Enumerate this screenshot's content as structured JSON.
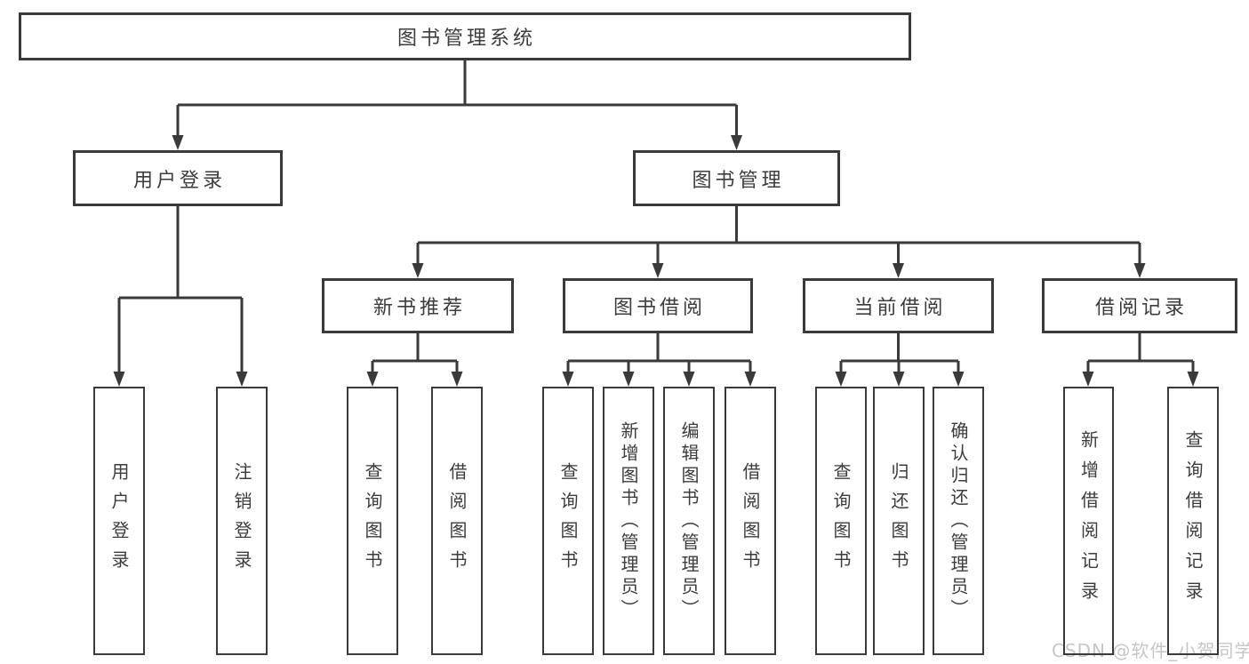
{
  "diagram": {
    "root": {
      "label": "图书管理系统"
    },
    "level2": [
      {
        "label": "用户登录"
      },
      {
        "label": "图书管理"
      }
    ],
    "level3": [
      {
        "label": "新书推荐"
      },
      {
        "label": "图书借阅"
      },
      {
        "label": "当前借阅"
      },
      {
        "label": "借阅记录"
      }
    ],
    "leaves": [
      {
        "label": "用户登录"
      },
      {
        "label": "注销登录"
      },
      {
        "label": "查询图书"
      },
      {
        "label": "借阅图书"
      },
      {
        "label": "查询图书"
      },
      {
        "label": "新增图书（管理员）"
      },
      {
        "label": "编辑图书（管理员）"
      },
      {
        "label": "借阅图书"
      },
      {
        "label": "查询图书"
      },
      {
        "label": "归还图书"
      },
      {
        "label": "确认归还（管理员）"
      },
      {
        "label": "新增借阅记录"
      },
      {
        "label": "查询借阅记录"
      }
    ],
    "watermark": "CSDN @软件_小贺同学",
    "colors": {
      "line": "#3a3a3a",
      "text": "#3c3c3c",
      "watermark_text": "#c6c6c6",
      "background": "#ffffff"
    }
  }
}
